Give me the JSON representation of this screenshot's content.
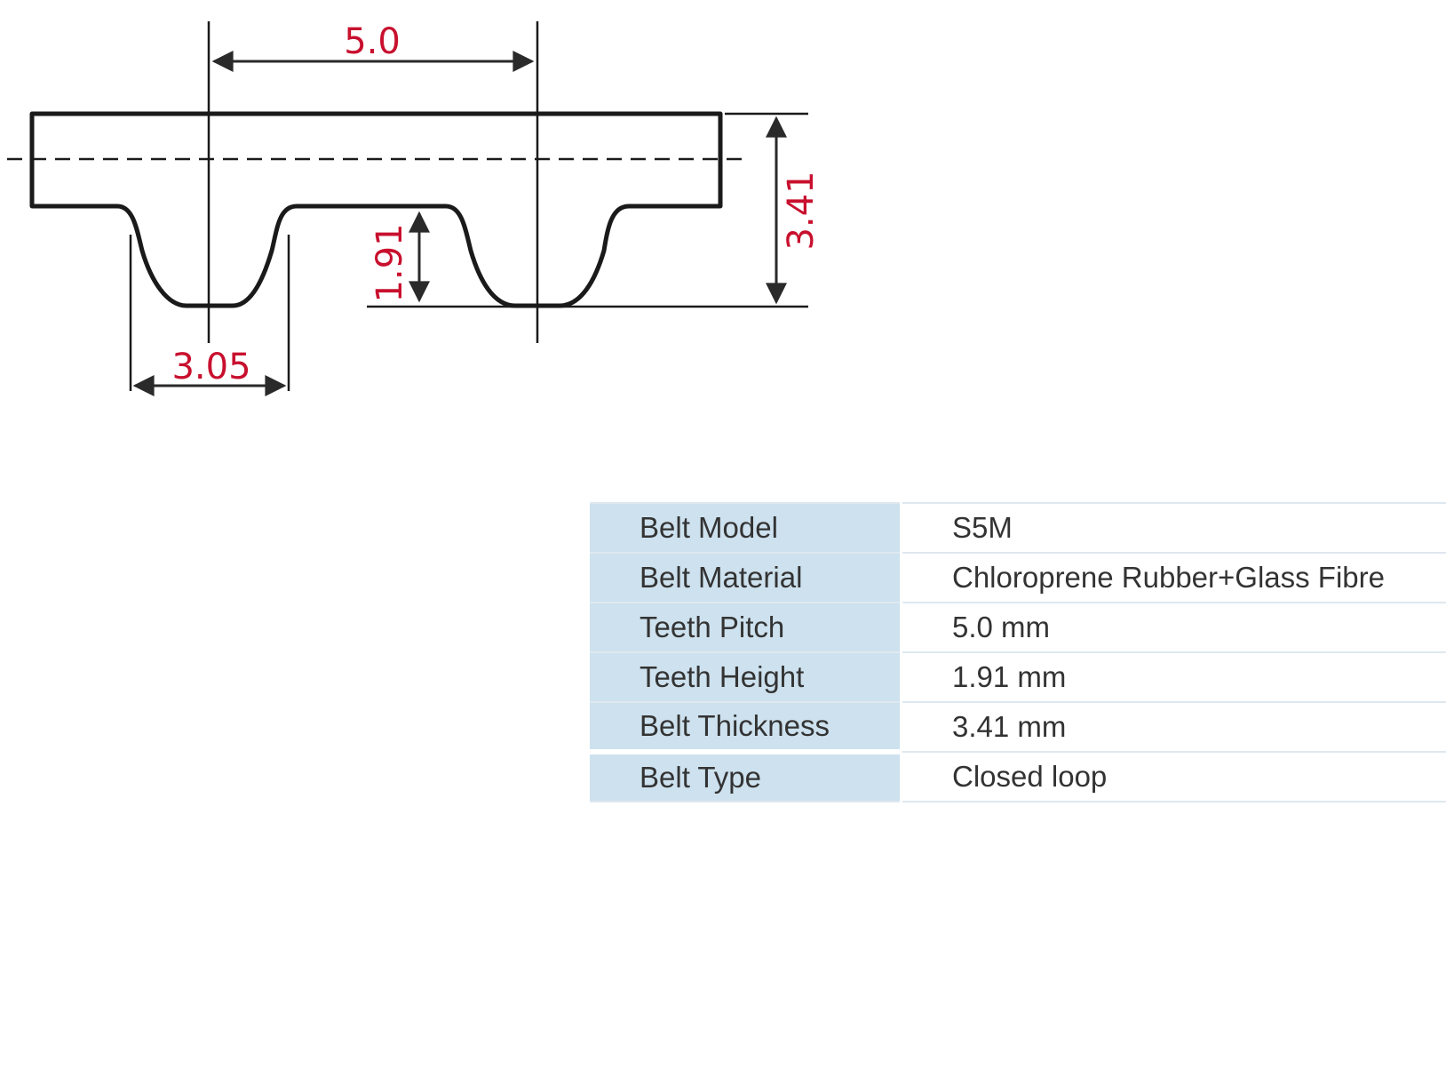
{
  "colors": {
    "outline": "#1a1a1a",
    "dimension_text": "#c8102e",
    "label_cell_background": "#cde1ee",
    "row_border": "#dfe8ef",
    "table_text": "#333333"
  },
  "diagram": {
    "pitch_label": "5.0",
    "tooth_width_label": "3.05",
    "tooth_height_label": "1.91",
    "thickness_label": "3.41"
  },
  "specs": {
    "rows": [
      {
        "label": "Belt Model",
        "value": "S5M"
      },
      {
        "label": "Belt Material",
        "value": "Chloroprene Rubber+Glass Fibre"
      },
      {
        "label": "Teeth Pitch",
        "value": "5.0 mm"
      },
      {
        "label": "Teeth Height",
        "value": "1.91 mm"
      },
      {
        "label": "Belt Thickness",
        "value": "3.41 mm"
      },
      {
        "label": "Belt Type",
        "value": "Closed loop"
      }
    ]
  }
}
